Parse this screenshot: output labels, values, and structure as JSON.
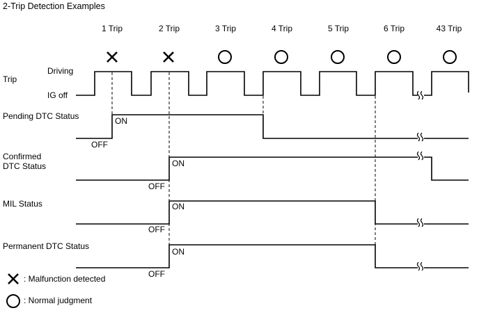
{
  "title": "2-Trip Detection Examples",
  "trips": [
    {
      "label": "1 Trip",
      "result": "malfunction"
    },
    {
      "label": "2 Trip",
      "result": "malfunction"
    },
    {
      "label": "3 Trip",
      "result": "normal"
    },
    {
      "label": "4 Trip",
      "result": "normal"
    },
    {
      "label": "5 Trip",
      "result": "normal"
    },
    {
      "label": "6 Trip",
      "result": "normal"
    },
    {
      "label": "43 Trip",
      "result": "normal"
    }
  ],
  "trip_row": {
    "label": "Trip",
    "high_label": "Driving",
    "low_label": "IG off"
  },
  "signals": [
    {
      "label": "Pending DTC Status",
      "on_label": "ON",
      "off_label": "OFF",
      "on_at_trip": 1,
      "off_at_trip": 4
    },
    {
      "label_lines": [
        "Confirmed",
        "DTC Status"
      ],
      "on_label": "ON",
      "off_label": "OFF",
      "on_at_trip": 2,
      "off_at_trip": 43
    },
    {
      "label": "MIL Status",
      "on_label": "ON",
      "off_label": "OFF",
      "on_at_trip": 2,
      "off_at_trip": 6
    },
    {
      "label": "Permanent DTC Status",
      "on_label": "ON",
      "off_label": "OFF",
      "on_at_trip": 2,
      "off_at_trip": 6
    }
  ],
  "legend": {
    "malfunction": ": Malfunction detected",
    "normal": ": Normal judgment"
  },
  "break_symbol": "time-break"
}
